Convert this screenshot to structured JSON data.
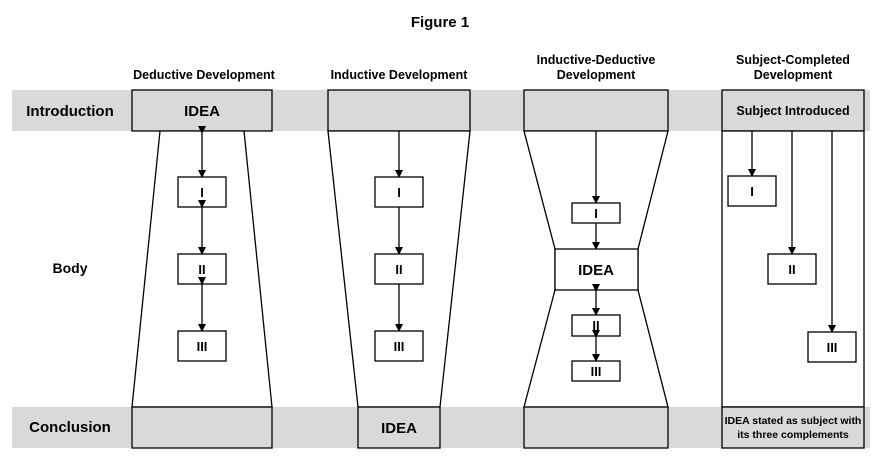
{
  "figure_title": "Figure 1",
  "row_labels": {
    "introduction": "Introduction",
    "body": "Body",
    "conclusion": "Conclusion"
  },
  "columns": {
    "deductive": {
      "title": "Deductive Development",
      "intro_box": "IDEA",
      "items": [
        "I",
        "II",
        "III"
      ]
    },
    "inductive": {
      "title": "Inductive Development",
      "items": [
        "I",
        "II",
        "III"
      ],
      "conclusion_box": "IDEA"
    },
    "inductive_deductive": {
      "title_line1": "Inductive-Deductive",
      "title_line2": "Development",
      "middle_box": "IDEA",
      "items": [
        "I",
        "II",
        "III"
      ]
    },
    "subject_completed": {
      "title_line1": "Subject-Completed",
      "title_line2": "Development",
      "intro_box": "Subject Introduced",
      "items": [
        "I",
        "II",
        "III"
      ],
      "conclusion_line1": "IDEA stated as subject with",
      "conclusion_line2": "its three complements"
    }
  },
  "colors": {
    "band_gray": "#d9d9d9",
    "stroke": "#000000",
    "box_fill": "#ffffff"
  }
}
